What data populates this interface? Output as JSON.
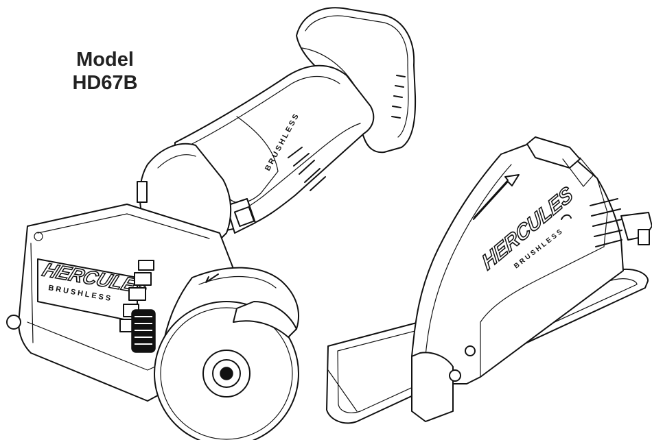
{
  "label": {
    "line1": "Model",
    "line2": "HD67B"
  },
  "saw": {
    "brand": "HERCULES",
    "subbrand": "BRUSHLESS",
    "handle_text": "BRUSHLESS"
  },
  "guard": {
    "brand": "HERCULES",
    "subbrand": "BRUSHLESS"
  }
}
